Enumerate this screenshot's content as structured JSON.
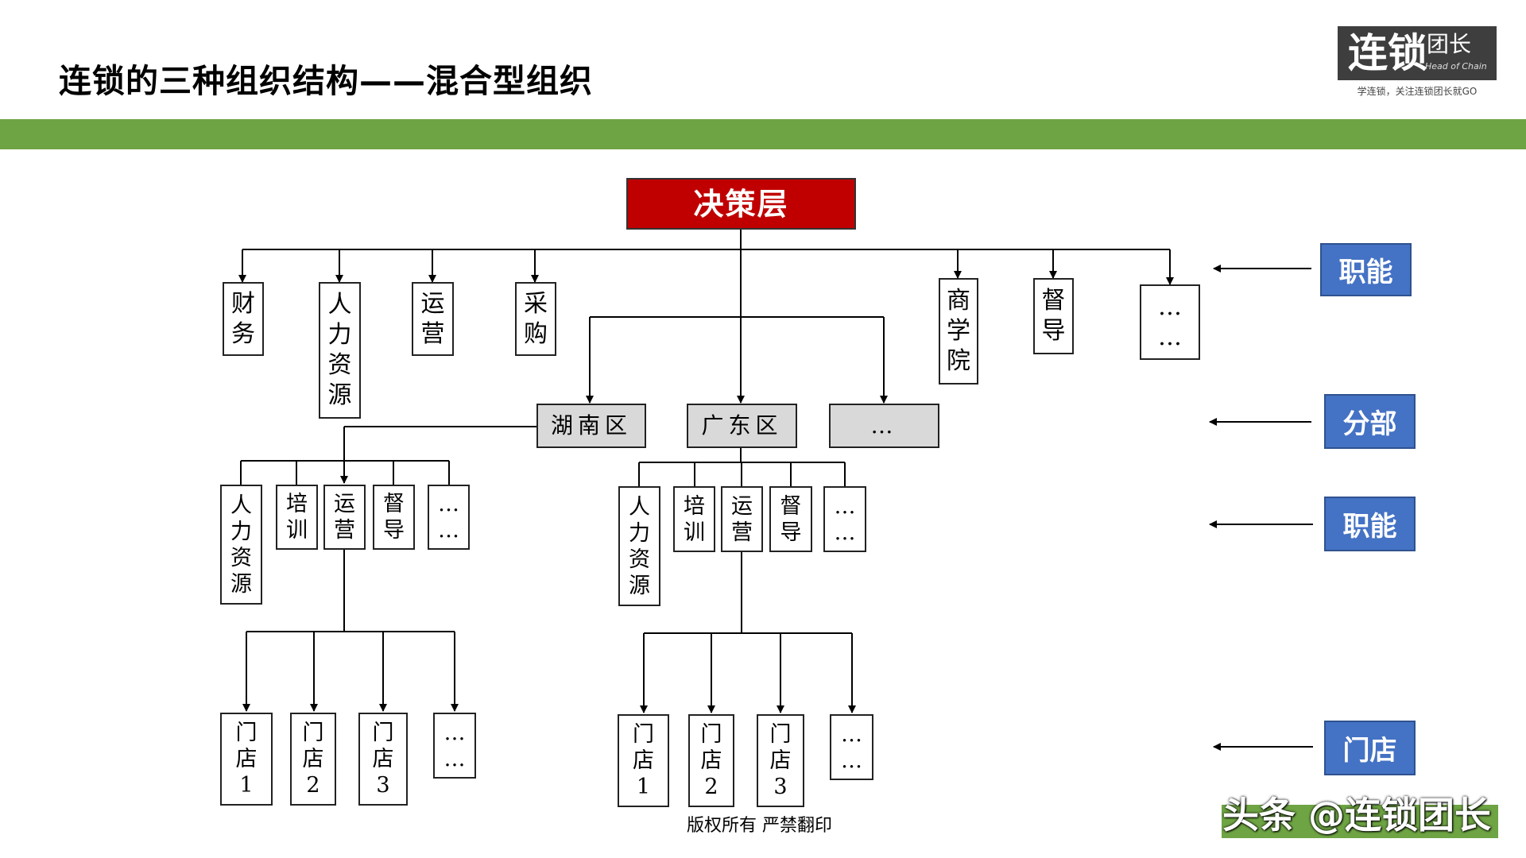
{
  "header": {
    "title": "连锁的三种组织结构——混合型组织",
    "logo_main": "连锁",
    "logo_side": "团长",
    "logo_en": "Head of Chain",
    "logo_tagline": "学连锁，关注连锁团长就GO"
  },
  "diagram": {
    "top": "决策层",
    "hq_functions": [
      "财\n务",
      "人\n力\n资\n源",
      "运\n营",
      "采\n购",
      "商\n学\n院",
      "督\n导",
      "…\n…"
    ],
    "branches": [
      "湖南区",
      "广东区",
      "…"
    ],
    "hunan_functions": [
      "人\n力\n资\n源",
      "培\n训",
      "运\n营",
      "督\n导",
      "…\n…"
    ],
    "hunan_stores": [
      "门\n店\n1",
      "门\n店\n2",
      "门\n店\n3",
      "…\n…"
    ],
    "guangdong_functions": [
      "人\n力\n资\n源",
      "培\n训",
      "运\n营",
      "督\n导",
      "…\n…"
    ],
    "guangdong_stores": [
      "门\n店\n1",
      "门\n店\n2",
      "门\n店\n3",
      "…\n…"
    ]
  },
  "levels": [
    "职能",
    "分部",
    "职能",
    "门店"
  ],
  "footer": {
    "copyright": "版权所有  严禁翻印",
    "watermark": "头条 @连锁团长"
  }
}
